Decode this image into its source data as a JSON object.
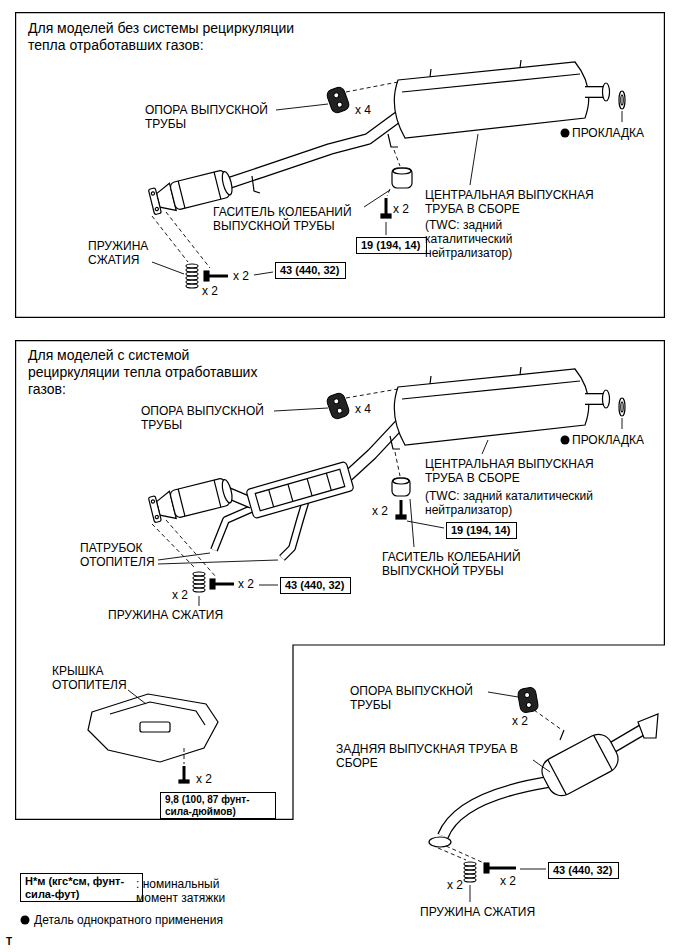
{
  "diagram": {
    "nodes": [
      {
        "text": [
          "Для моделей без системы рециркуляции тепла отработавших газов:"
        ]
      },
      {
        "text": [
          "19 (194, 14)"
        ],
        "in": 0
      },
      {
        "text": [
          "43 (440, 32)"
        ],
        "in": 0
      },
      {
        "text": [
          "Для моделей с системой рециркуляции тепла отработавших газов:"
        ]
      },
      {
        "text": [
          "19 (194, 14)"
        ],
        "in": 3
      },
      {
        "text": [
          "43 (440, 32)"
        ],
        "in": 3
      },
      {
        "text": [
          "9,8 (100, 87 фунт-сила-дюймов)"
        ],
        "in": 3
      },
      {
        "text": [
          "43 (440, 32)"
        ]
      },
      {
        "text": [
          "Н*м (кгс*см, фунт-сила-фут)"
        ]
      }
    ],
    "labels": [
      "ОПОРА ВЫПУСКНОЙ ТРУБЫ",
      "x 4",
      "ПРОКЛАДКА",
      "ГАСИТЕЛЬ КОЛЕБАНИЙ ВЫПУСКНОЙ ТРУБЫ",
      "x 2",
      "ЦЕНТРАЛЬНАЯ ВЫПУСКНАЯ ТРУБА В СБОРЕ",
      "(TWC: задний каталитический нейтрализатор)",
      "ПРУЖИНА СЖАТИЯ",
      "x 2",
      "x 2",
      "ОПОРА ВЫПУСКНОЙ ТРУБЫ",
      "x 4",
      "ПРОКЛАДКА",
      "ЦЕНТРАЛЬНАЯ ВЫПУСКНАЯ ТРУБА В СБОРЕ",
      "(TWC: задний каталитический нейтрализатор)",
      "x 2",
      "ГАСИТЕЛЬ КОЛЕБАНИЙ ВЫПУСКНОЙ ТРУБЫ",
      "ПАТРУБОК ОТОПИТЕЛЯ",
      "x 2",
      "x 2",
      "ПРУЖИНА СЖАТИЯ",
      "КРЫШКА ОТОПИТЕЛЯ",
      "x 2",
      "ОПОРА ВЫПУСКНОЙ ТРУБЫ",
      "x 2",
      "ЗАДНЯЯ ВЫПУСКНАЯ ТРУБА В СБОРЕ",
      "x 2",
      "x 2",
      "ПРУЖИНА СЖАТИЯ",
      "T"
    ],
    "legend": [
      {
        "text": ": номинальный момент затяжки"
      },
      {
        "text": "Деталь однократного применения"
      }
    ]
  }
}
